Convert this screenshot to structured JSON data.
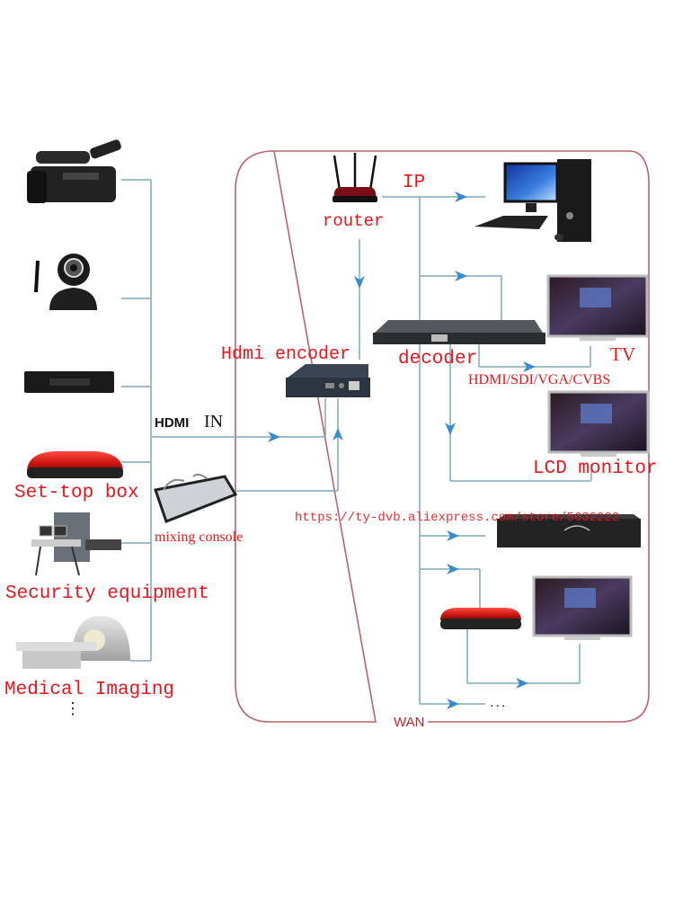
{
  "colors": {
    "label_red": "#e8141b",
    "frame": "#c0606a",
    "line": "#7fa8b8",
    "arrow": "#3a8ad0",
    "wan_text": "#c8202a",
    "hdmi_in_text": "#111111"
  },
  "sources": [
    {
      "name": "camcorder",
      "label": ""
    },
    {
      "name": "ip-camera",
      "label": ""
    },
    {
      "name": "media-player",
      "label": ""
    },
    {
      "name": "set-top-box",
      "label": "Set-top box"
    },
    {
      "name": "security-equipment",
      "label": "Security equipment"
    },
    {
      "name": "medical-imaging",
      "label": "Medical Imaging"
    }
  ],
  "more_sources_ellipsis": "⋮",
  "labels": {
    "hdmi_in_a": "HDMI",
    "hdmi_in_b": "IN",
    "mixing_console": "mixing console",
    "router": "router",
    "ip": "IP",
    "hdmi_encoder": "Hdmi encoder",
    "decoder": "decoder",
    "tv": "TV",
    "outputs": "HDMI/SDI/VGA/CVBS",
    "lcd_monitor": "LCD monitor",
    "store_url": "https://ty-dvb.aliexpress.com/store/5632222",
    "wan": "WAN",
    "more_outputs": "..."
  }
}
